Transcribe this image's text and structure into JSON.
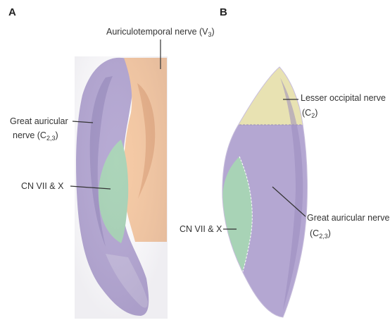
{
  "panels": {
    "a": {
      "letter": "A",
      "labels": {
        "auriculotemporal": {
          "text": "Auriculotemporal nerve (V",
          "sub": "3",
          "close": ")"
        },
        "great_auricular_line1": "Great auricular",
        "great_auricular_line2": {
          "text": "nerve (C",
          "sub": "2,3",
          "close": ")"
        },
        "cn": "CN VII & X"
      }
    },
    "b": {
      "letter": "B",
      "labels": {
        "lesser_occipital_line1": "Lesser occipital nerve",
        "lesser_occipital_line2": {
          "text": "(C",
          "sub": "2",
          "close": ")"
        },
        "great_auricular_line1": "Great auricular nerve",
        "great_auricular_line2": {
          "text": "(C",
          "sub": "2,3",
          "close": ")"
        },
        "cn": "CN VII & X"
      }
    }
  },
  "colors": {
    "great_auricular": "#b4a7d2",
    "auriculotemporal": "#f6c9a2",
    "cn_vii_x": "#a8d3b6",
    "lesser_occipital": "#e8e2b2"
  }
}
